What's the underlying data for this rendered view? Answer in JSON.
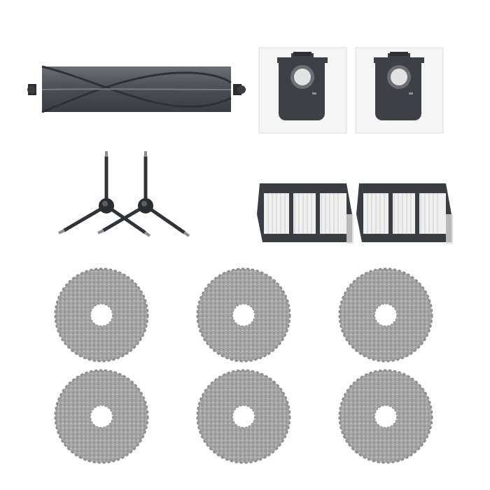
{
  "scene": {
    "background": "#ffffff",
    "items": [
      {
        "name": "main-roller-brush",
        "kind": "roller-brush",
        "count": 1
      },
      {
        "name": "dust-bag",
        "kind": "dust-bag",
        "count": 2
      },
      {
        "name": "side-brush",
        "kind": "side-brush",
        "count": 2
      },
      {
        "name": "hepa-filter",
        "kind": "filter",
        "count": 2
      },
      {
        "name": "mop-pad",
        "kind": "mop-pad",
        "count": 6
      }
    ],
    "colors": {
      "dark_plastic": "#3c3f44",
      "roller_rubber": "#5a5e63",
      "bag_white": "#f4f4f4",
      "filter_pleat": "#f0f0f0",
      "mop_gray": "#9b9b9b"
    }
  }
}
